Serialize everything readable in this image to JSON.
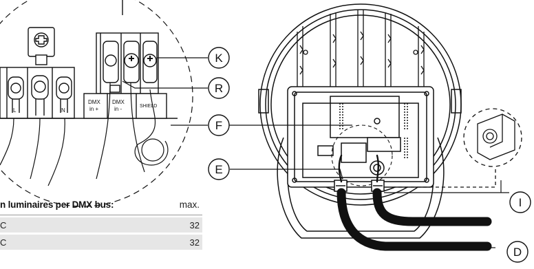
{
  "callouts": {
    "k": "K",
    "r": "R",
    "f": "F",
    "e": "E",
    "i": "I",
    "d": "D"
  },
  "terminals": {
    "live": "L",
    "neutral": "N",
    "dmx_plus_line1": "DMX",
    "dmx_plus_line2": "in +",
    "dmx_minus_line1": "DMX",
    "dmx_minus_line2": "in -",
    "shield": "SHIELD"
  },
  "table": {
    "title": "n luminaires per DMX bus:",
    "max_label": "max.",
    "rows": [
      {
        "label": "C",
        "value": "32"
      },
      {
        "label": "C",
        "value": "32"
      }
    ]
  }
}
